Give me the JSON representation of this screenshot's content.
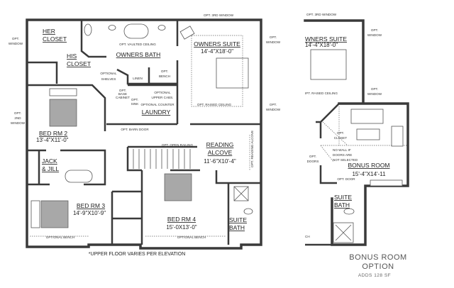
{
  "main_plan": {
    "labels": {
      "opt_3rd_window": "OPT. 3RD WINDOW",
      "opt_window_left": [
        "OPT.",
        "WINDOW"
      ],
      "opt_window_right_top": [
        "OPT.",
        "WINDOW"
      ],
      "opt_window_right_mid": [
        "OPT.",
        "WINDOW"
      ],
      "opt_2nd_window": [
        "OPT.",
        "2ND",
        "WINDOW"
      ],
      "opt_vaulted_ceiling": "OPT. VAULTED CEILING",
      "optional_shelves": [
        "OPTIONAL",
        "SHELVES"
      ],
      "linen": "LINEN",
      "opt_bench": [
        "OPT.",
        "BENCH"
      ],
      "opt_base_cabinet": [
        "OPT.",
        "BASE",
        "CABINET"
      ],
      "opt_sink": [
        "OPT.",
        "SINK"
      ],
      "optional_upper_cabs": [
        "OPTIONAL",
        "UPPER CABS."
      ],
      "optional_counter": "OPTIONAL COUNTER",
      "opt_raised_ceiling": "OPT. RAISED CEILING",
      "opt_barn_door": "OPT. BARN DOOR",
      "opt_open_railing": "OPT. OPEN RAILING",
      "opt_reading_alcove": "OPT. READING ALCOVE",
      "optional_bench_1": "OPTIONAL BENCH",
      "optional_bench_2": "OPTIONAL BENCH"
    },
    "rooms": {
      "her_closet": [
        "HER",
        "CLOSET"
      ],
      "his_closet": [
        "HIS",
        "CLOSET"
      ],
      "owners_bath": "OWNERS BATH",
      "owners_suite": {
        "name": "OWNERS SUITE",
        "size": "14'-4\"X18'-0\""
      },
      "laundry": "LAUNDRY",
      "bed_rm_2": {
        "name": "BED RM 2",
        "size": "13'-4\"X11'-0\""
      },
      "reading_alcove": {
        "name": [
          "READING",
          "ALCOVE"
        ],
        "size": "11'-6\"X10'-4\""
      },
      "jack_jill": [
        "JACK",
        "& JILL"
      ],
      "bed_rm_3": {
        "name": "BED RM 3",
        "size": "14'-9\"X10'-9\""
      },
      "bed_rm_4": {
        "name": "BED RM 4",
        "size": "15'-0X13'-0\""
      },
      "suite_bath": [
        "SUITE",
        "BATH"
      ]
    },
    "note": "*UPPER FLOOR VARIES PER ELEVATION"
  },
  "bonus_plan": {
    "labels": {
      "opt_3rd_window": "OPT. 3RD WINDOW",
      "owners_suite_partial": "WNERS SUITE",
      "owners_suite_size": "14'-4\"X18'-0\"",
      "opt_raised_ceiling_partial": "IPT. RAISED CEILING",
      "opt_window_top": [
        "OPT.",
        "WINDOW"
      ],
      "opt_window_mid": [
        "OPT.",
        "WINDOW"
      ],
      "opt_closet": [
        "OPT.",
        "CLOSET"
      ],
      "no_wall_note": [
        "NO WALL IF",
        "DOORS ARE",
        "NOT SELECTED"
      ],
      "opt_doors": [
        "OPT.",
        "DOORS"
      ],
      "opt_door": "OPT. DOOR",
      "bench_partial": "CH"
    },
    "rooms": {
      "bonus_room": {
        "name": "BONUS ROOM",
        "size": "15'-4\"X14'-11"
      },
      "suite_bath": [
        "SUITE",
        "BATH"
      ]
    },
    "caption": {
      "title": [
        "BONUS ROOM",
        "OPTION"
      ],
      "subtitle": "ADDS 128 SF"
    }
  }
}
